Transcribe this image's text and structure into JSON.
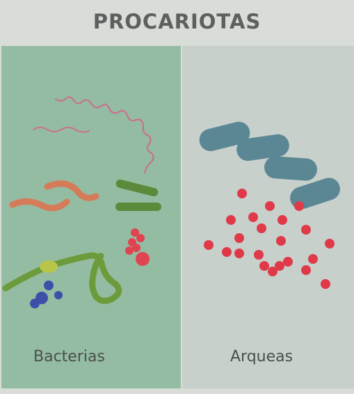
{
  "title": "PROCARIOTAS",
  "panels": {
    "left": {
      "label": "Bacterias"
    },
    "right": {
      "label": "Arqueas"
    }
  },
  "colors": {
    "left_bg": "#94bca2",
    "right_bg": "#c7d0ca",
    "spiral": "#c8728e",
    "rod_orange": "#d67b5a",
    "rod_green": "#5a8a3a",
    "chain_green": "#6c9b3b",
    "coccus_red": "#e04450",
    "coccus_blue": "#3e4fa8",
    "archaea_rod": "#5b8794",
    "archaea_coccus": "#e03a4a"
  }
}
